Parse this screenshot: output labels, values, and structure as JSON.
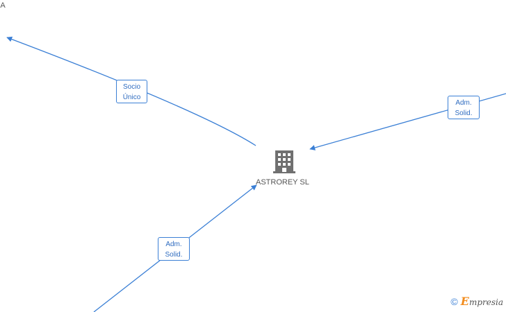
{
  "diagram": {
    "center_node": {
      "label": "ASTROREY SL",
      "icon": "building-icon"
    },
    "cut_label": "SA",
    "edges": [
      {
        "label_line1": "Socio",
        "label_line2": "Único"
      },
      {
        "label_line1": "Adm.",
        "label_line2": "Solid."
      },
      {
        "label_line1": "Adm.",
        "label_line2": "Solid."
      }
    ]
  },
  "footer": {
    "copyright_symbol": "©",
    "brand_first": "E",
    "brand_rest": "mpresia"
  },
  "colors": {
    "edge": "#3a7fd5",
    "icon": "#707070",
    "brand_accent": "#f28c1e"
  }
}
